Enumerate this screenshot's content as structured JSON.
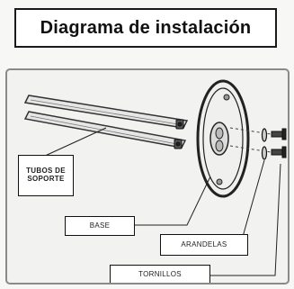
{
  "title": "Diagrama de instalación",
  "labels": {
    "tubos": "TUBOS DE SOPORTE",
    "base": "BASE",
    "arandela": "ARANDELAS",
    "tornillos": "TORNILLOS"
  }
}
